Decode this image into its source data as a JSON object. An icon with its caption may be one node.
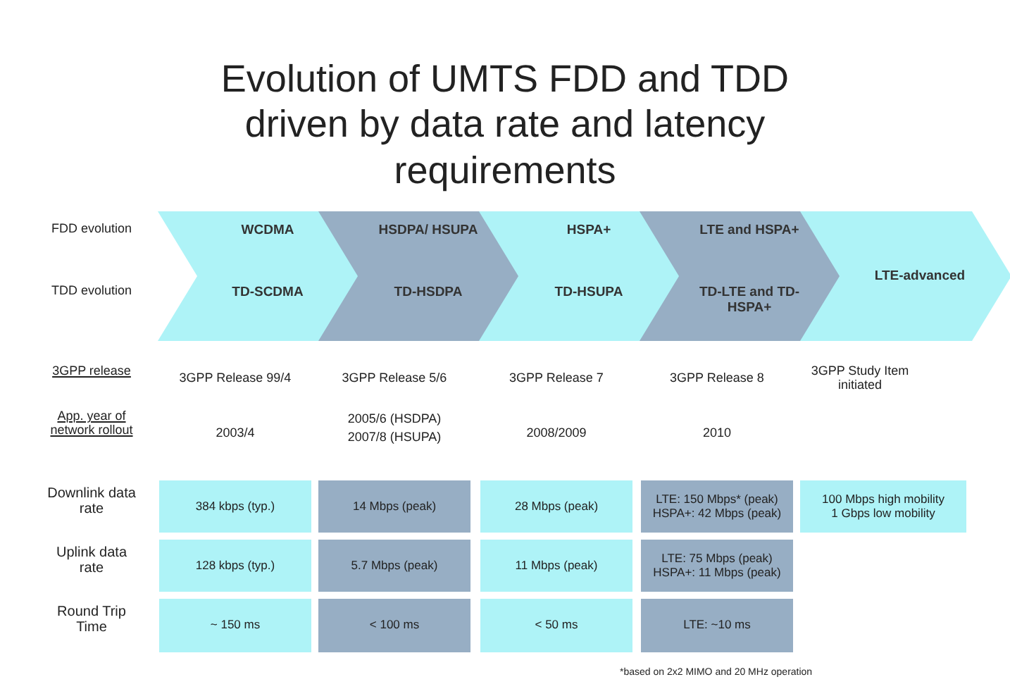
{
  "diagram": {
    "title": "Evolution of UMTS FDD and TDD driven by data rate and latency requirements",
    "nodes": [
      {
        "text": [
          "WCDMA",
          "TD-SCDMA"
        ]
      },
      {
        "text": [
          "HSDPA/ HSUPA",
          "TD-HSDPA"
        ]
      },
      {
        "text": [
          "HSPA+",
          "TD-HSUPA"
        ]
      },
      {
        "text": [
          "LTE and HSPA+",
          "TD-LTE and TD-HSPA+"
        ]
      },
      {
        "text": [
          "LTE-advanced"
        ]
      },
      {
        "text": [
          "384 kbps (typ.)"
        ]
      },
      {
        "text": [
          "14 Mbps (peak)"
        ]
      },
      {
        "text": [
          "28 Mbps (peak)"
        ]
      },
      {
        "text": [
          "LTE: 150 Mbps* (peak)",
          "HSPA+: 42 Mbps (peak)"
        ]
      },
      {
        "text": [
          "100 Mbps high mobility",
          "1 Gbps low mobility"
        ]
      },
      {
        "text": [
          "128 kbps (typ.)"
        ]
      },
      {
        "text": [
          "5.7 Mbps (peak)"
        ]
      },
      {
        "text": [
          "11 Mbps (peak)"
        ]
      },
      {
        "text": [
          "LTE: 75 Mbps (peak)",
          "HSPA+: 11 Mbps (peak)"
        ]
      },
      {
        "text": [
          "~ 150 ms"
        ]
      },
      {
        "text": [
          "< 100 ms"
        ]
      },
      {
        "text": [
          "< 50 ms"
        ]
      },
      {
        "text": [
          "LTE: ~10 ms"
        ]
      }
    ],
    "labels": [
      "FDD evolution",
      "TDD evolution",
      "3GPP release",
      "3GPP Release 99/4",
      "3GPP Release 5/6",
      "3GPP Release 7",
      "3GPP Release 8",
      "3GPP Study Item initiated",
      "App. year of network rollout",
      "2003/4",
      "2005/6 (HSDPA)",
      "2007/8 (HSUPA)",
      "2008/2009",
      "2010",
      "Downlink data rate",
      "Uplink data rate",
      "Round Trip Time",
      "*based on 2x2 MIMO and 20 MHz operation"
    ]
  }
}
